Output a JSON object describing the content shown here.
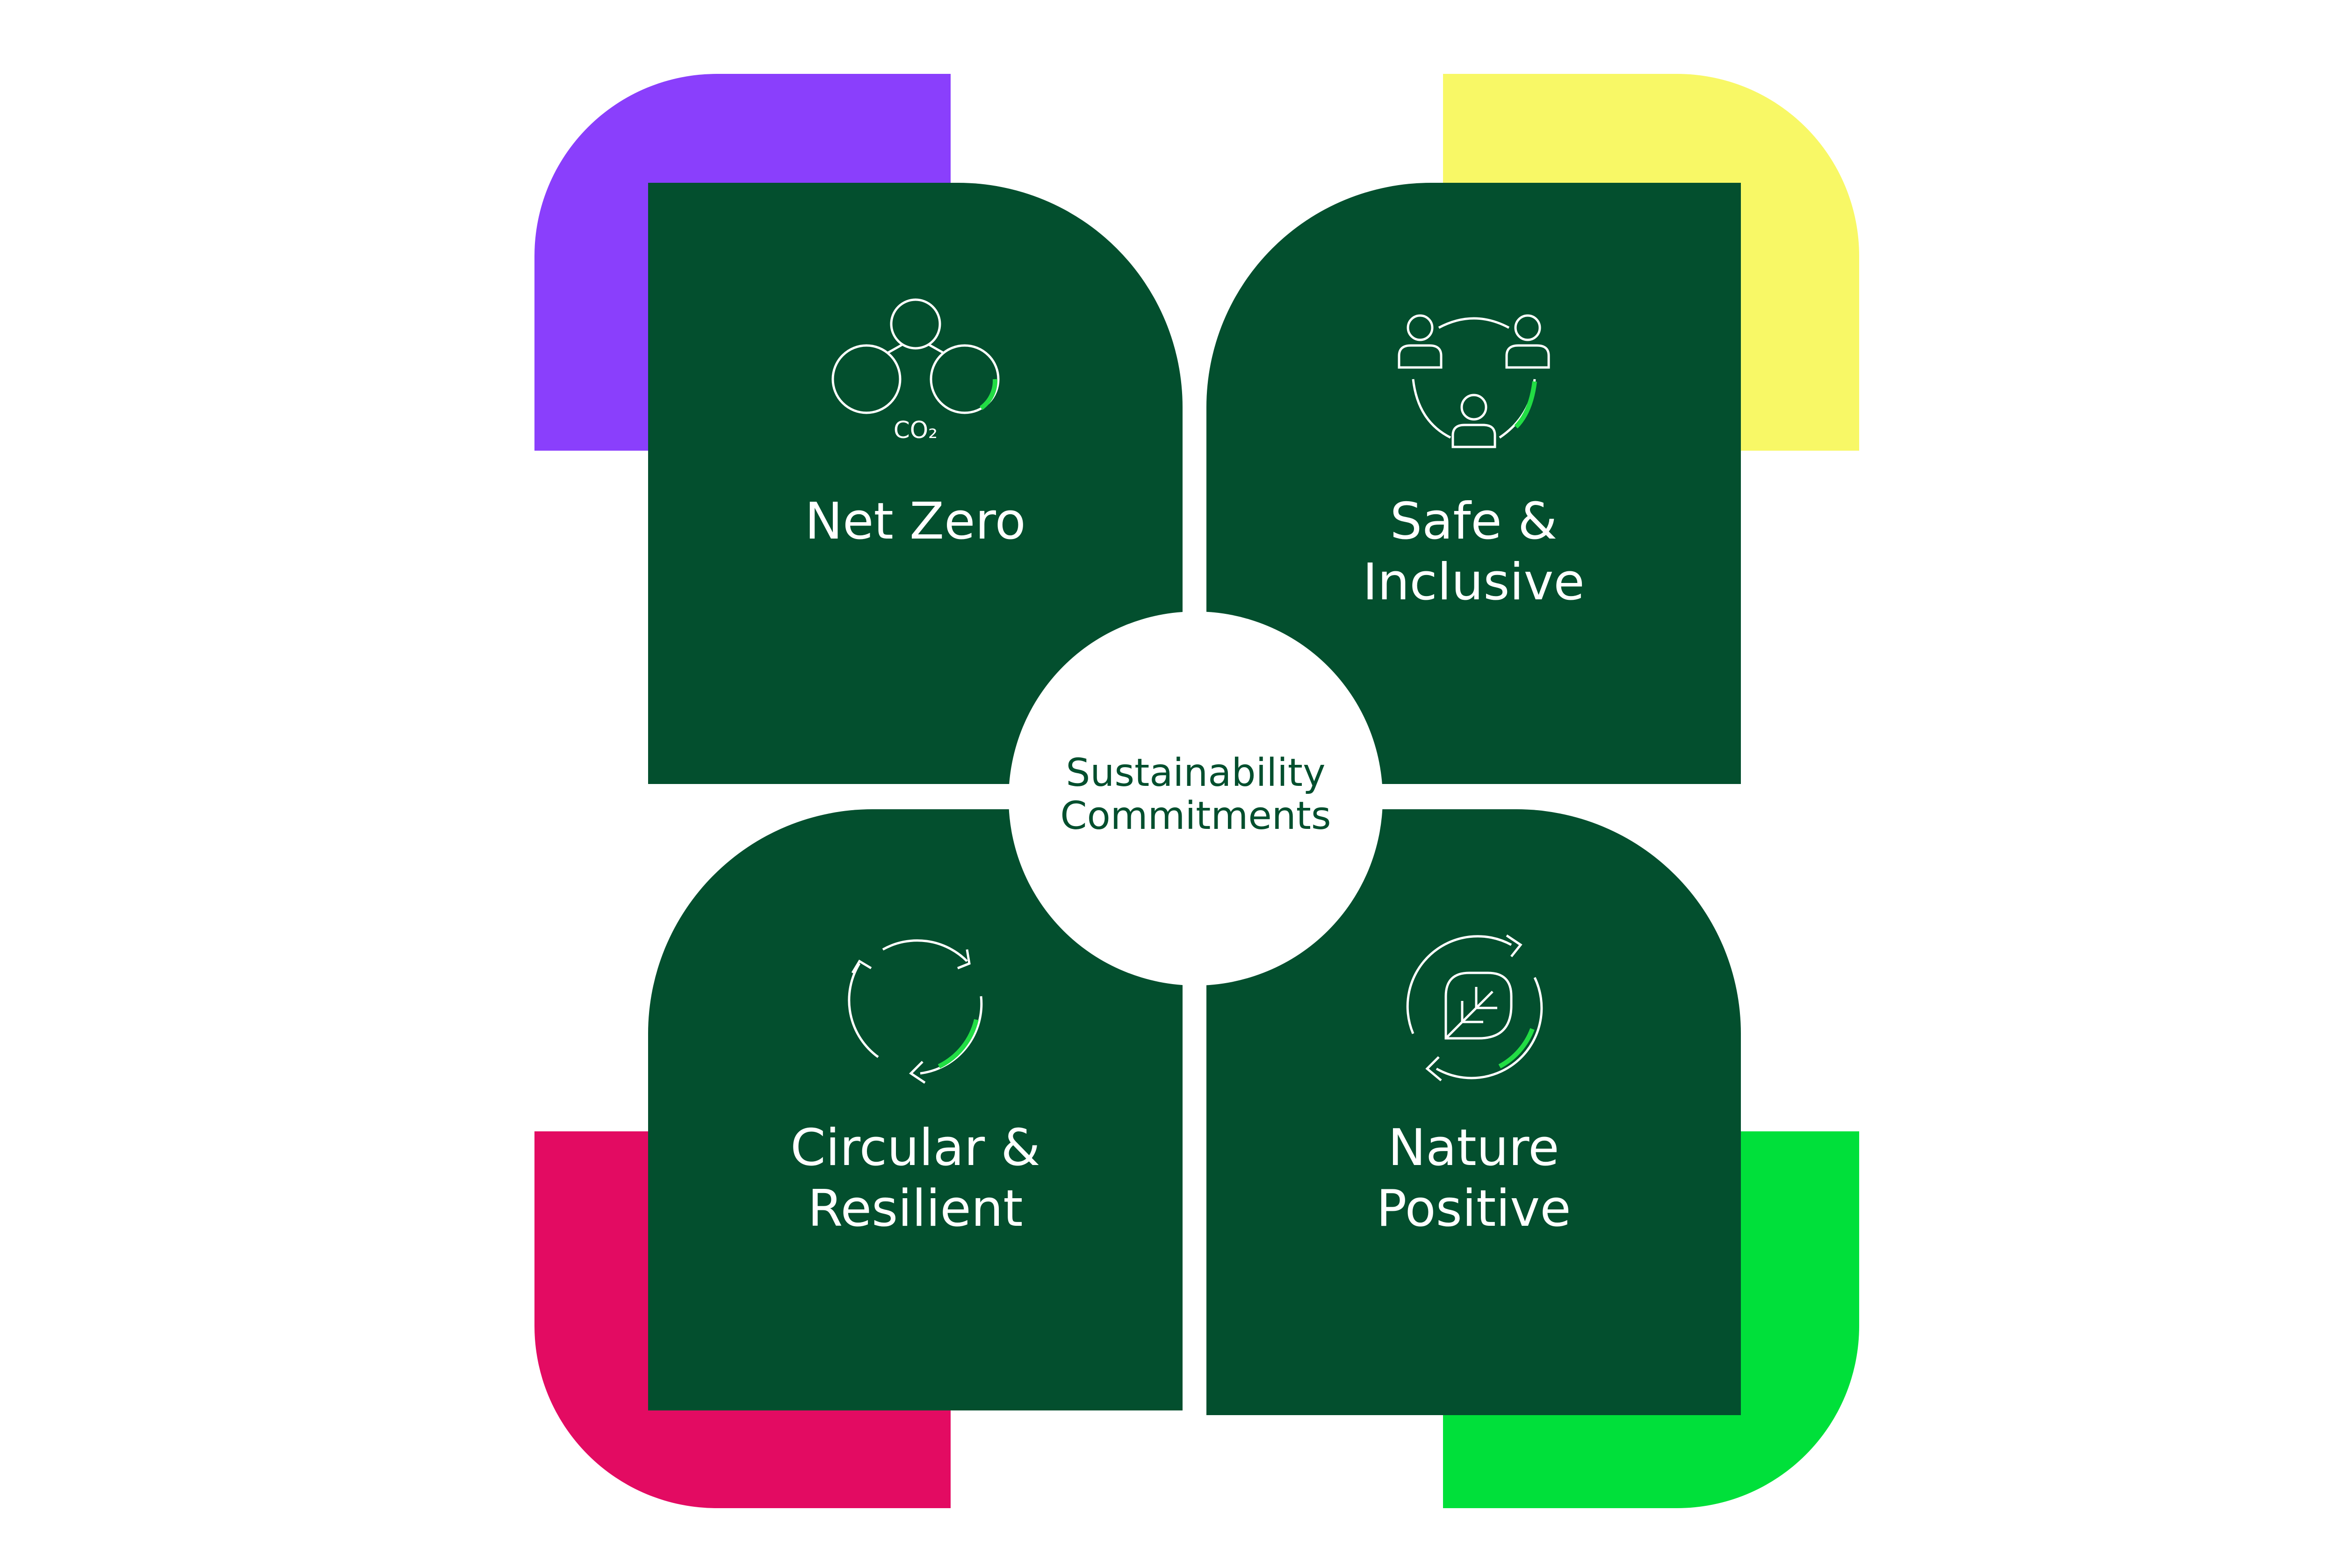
{
  "center": {
    "line1": "Sustainability",
    "line2": "Commitments"
  },
  "quadrants": [
    {
      "id": "net-zero",
      "line1": "Net Zero",
      "line2": "",
      "icon": "co2-molecule-icon",
      "accent_color": "#8a3ffc",
      "icon_text": "CO₂"
    },
    {
      "id": "safe-inclusive",
      "line1": "Safe &",
      "line2": "Inclusive",
      "icon": "people-network-icon",
      "accent_color": "#f8f866"
    },
    {
      "id": "circular-resilient",
      "line1": "Circular &",
      "line2": "Resilient",
      "icon": "recycle-arrows-icon",
      "accent_color": "#e30b62"
    },
    {
      "id": "nature-positive",
      "line1": "Nature",
      "line2": "Positive",
      "icon": "leaf-cycle-icon",
      "accent_color": "#00e03a"
    }
  ],
  "colors": {
    "card": "#034f2e",
    "icon_stroke": "#ffffff",
    "icon_highlight": "#22dd44",
    "background": "#ffffff"
  }
}
